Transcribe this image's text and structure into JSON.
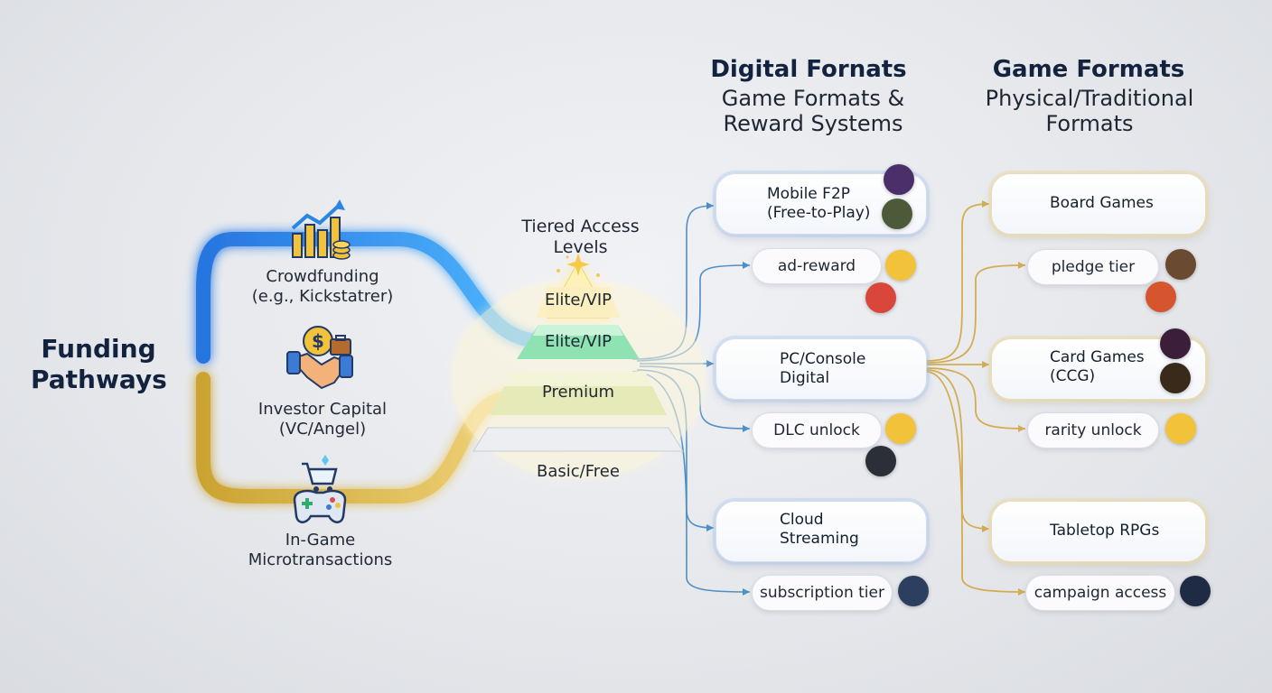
{
  "funding": {
    "title": "Funding\nPathways",
    "crowdfunding": "Crowdfunding\n(e.g., Kickstatrer)",
    "investor": "Investor Capital\n(VC/Angel)",
    "microtransactions": "In-Game\nMicrotransactions"
  },
  "tiers": {
    "title": "Tiered Access\nLevels",
    "levels": [
      "Elite/VIP",
      "Elite/VIP",
      "Premium",
      "Basic/Free"
    ]
  },
  "digital": {
    "heading": "Digital Fornats",
    "subheading": "Game Formats &\nReward Systems",
    "mobile": "Mobile F2P\n(Free-to-Play)",
    "ad_reward": "ad-reward",
    "pc_console": "PC/Console\nDigital",
    "dlc": "DLC unlock",
    "cloud": "Cloud\nStreaming",
    "subscription": "subscription tier"
  },
  "physical": {
    "heading": "Game Formats",
    "subheading": "Physical/Traditional\nFormats",
    "board": "Board Games",
    "pledge": "pledge tier",
    "card": "Card Games\n(CCG)",
    "rarity": "rarity unlock",
    "tabletop": "Tabletop RPGs",
    "campaign": "campaign access"
  },
  "colors": {
    "blue_stream": "#2f8fe8",
    "green_stream": "#2fae6a",
    "gold_stream": "#e0b53a",
    "digital_wire": "#4f8fc7",
    "physical_wire": "#d3ad55"
  },
  "icons": [
    "growth-chart-icon",
    "money-bag-icon",
    "handshake-icon",
    "briefcase-icon",
    "shopping-cart-icon",
    "gamepad-icon",
    "smartphone-icon",
    "monitor-icon",
    "cloud-play-icon",
    "board-game-box-icon",
    "dice-icon",
    "playing-cards-icon",
    "book-icon",
    "rpg-character-icon"
  ]
}
